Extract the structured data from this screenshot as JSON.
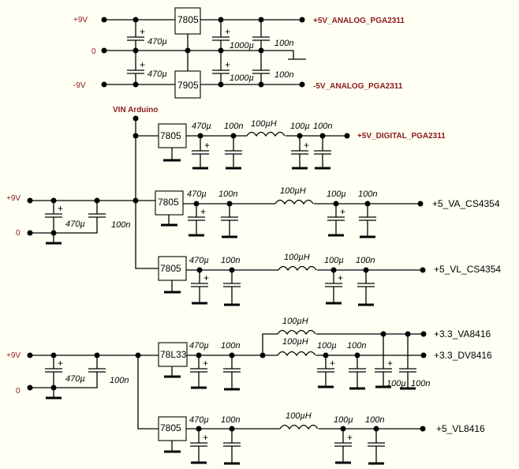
{
  "colors": {
    "background": "#fffff4",
    "wire": "#000000",
    "net_label_red": "#8b1a1a"
  },
  "top_block": {
    "inputs": [
      "+9V",
      "0",
      "-9V"
    ],
    "regulators": [
      "7805",
      "7905"
    ],
    "caps_in": [
      "470µ",
      "470µ"
    ],
    "caps_out_elec": [
      "1000µ",
      "1000µ"
    ],
    "caps_out_film": [
      "100n",
      "100n"
    ],
    "outputs": [
      "+5V_ANALOG_PGA2311",
      "-5V_ANALOG_PGA2311"
    ]
  },
  "digital_block": {
    "input_label": "VIN Arduino",
    "regulator": "7805",
    "c1": "470µ",
    "c2": "100n",
    "inductor": "100µH",
    "c3": "100µ",
    "c4": "100n",
    "output": "+5V_DIGITAL_PGA2311"
  },
  "cs4354_block": {
    "inputs": [
      "+9V",
      "0"
    ],
    "cap_in_elec": "470µ",
    "cap_in_film": "100n",
    "branches": [
      {
        "regulator": "7805",
        "c1": "470µ",
        "c2": "100n",
        "inductor": "100µH",
        "c3": "100µ",
        "c4": "100n",
        "output": "+5_VA_CS4354"
      },
      {
        "regulator": "7805",
        "c1": "470µ",
        "c2": "100n",
        "inductor": "100µH",
        "c3": "100µ",
        "c4": "100n",
        "output": "+5_VL_CS4354"
      }
    ]
  },
  "cs8416_block": {
    "inputs": [
      "+9V",
      "0"
    ],
    "cap_in_elec": "470µ",
    "cap_in_film": "100n",
    "reg33": {
      "regulator": "78L33",
      "c1": "470µ",
      "c2": "100n",
      "inductor_a": "100µH",
      "inductor_d": "100µH",
      "c3": "100µ",
      "c4": "100n",
      "c5": "100µ",
      "c6": "100n",
      "output_a": "+3.3_VA8416",
      "output_d": "+3.3_DV8416"
    },
    "reg5": {
      "regulator": "7805",
      "c1": "470µ",
      "c2": "100n",
      "inductor": "100µH",
      "c3": "100µ",
      "c4": "100n",
      "output": "+5_VL8416"
    }
  },
  "symbols": {
    "plus": "+"
  }
}
